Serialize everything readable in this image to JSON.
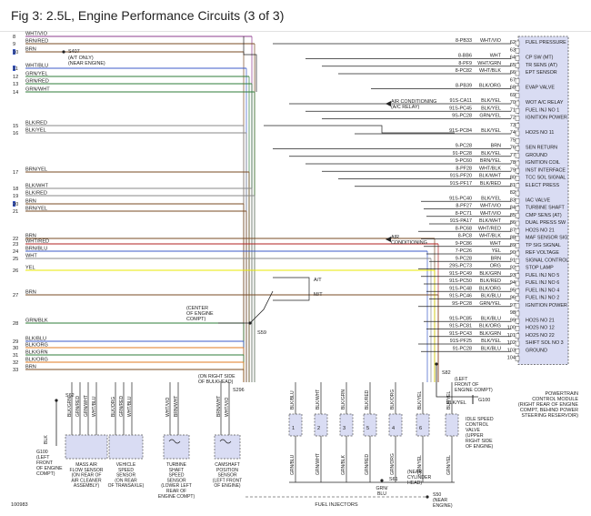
{
  "title": "Fig 3: 2.5L, Engine Performance Circuits (3 of 3)",
  "figure_id": "100983",
  "colors": {
    "background": "#ffffff",
    "wire": "#222222",
    "module": "#d9dcf3",
    "module_border": "#555555",
    "blue": "#3c5bc8",
    "green": "#2f7d3a",
    "yellow": "#e8e800",
    "purple": "#8e3c8e",
    "orange": "#e07b22",
    "red": "#b02222",
    "brown": "#7a4b23",
    "grey": "#888888"
  },
  "left_wires": [
    {
      "num": "8",
      "color": "WHT/VIO",
      "wire": "purple"
    },
    {
      "num": "9",
      "color": "BRN/RED",
      "wire": "brown"
    },
    {
      "num": "10",
      "color": "BRN",
      "wire": "brown"
    },
    {
      "num": "11",
      "color": "WHT/BLU",
      "wire": "blue"
    },
    {
      "num": "12",
      "color": "GRN/YEL",
      "wire": "green"
    },
    {
      "num": "13",
      "color": "GRN/RED",
      "wire": "green"
    },
    {
      "num": "14",
      "color": "GRN/WHT",
      "wire": "green"
    },
    {
      "num": "15",
      "color": "BLK/RED",
      "wire": "grey"
    },
    {
      "num": "16",
      "color": "BLK/YEL",
      "wire": "grey"
    },
    {
      "num": "17",
      "color": "BRN/YEL",
      "wire": "brown"
    },
    {
      "num": "18",
      "color": "BLK/WHT",
      "wire": "grey"
    },
    {
      "num": "19",
      "color": "BLK/RED",
      "wire": "grey"
    },
    {
      "num": "20",
      "color": "BRN",
      "wire": "brown"
    },
    {
      "num": "21",
      "color": "BRN/YEL",
      "wire": "brown"
    },
    {
      "num": "22",
      "color": "BRN",
      "wire": "brown"
    },
    {
      "num": "23",
      "color": "WHT/RED",
      "wire": "red"
    },
    {
      "num": "24",
      "color": "BRN/BLU",
      "wire": "blue"
    },
    {
      "num": "25",
      "color": "WHT",
      "wire": "grey"
    },
    {
      "num": "26",
      "color": "YEL",
      "wire": "yellow"
    },
    {
      "num": "27",
      "color": "BRN",
      "wire": "brown"
    },
    {
      "num": "28",
      "color": "GRN/BLK",
      "wire": "green"
    },
    {
      "num": "29",
      "color": "BLK/BLU",
      "wire": "blue"
    },
    {
      "num": "30",
      "color": "BLK/ORG",
      "wire": "orange"
    },
    {
      "num": "31",
      "color": "BLK/GRN",
      "wire": "green"
    },
    {
      "num": "32",
      "color": "BLK/ORG",
      "wire": "orange"
    },
    {
      "num": "33",
      "color": "BRN",
      "wire": "brown"
    }
  ],
  "pins": [
    {
      "pin": "62",
      "code": "8-PB33",
      "color": "WHT/VIO",
      "func": "FUEL PRESSURE"
    },
    {
      "pin": "63",
      "code": "",
      "color": "",
      "func": ""
    },
    {
      "pin": "64",
      "code": "8-BB6",
      "color": "WHT",
      "func": "CP SW (MT)"
    },
    {
      "pin": "65",
      "code": "8-PF9",
      "color": "WHT/GRN",
      "func": "TR SENS (AT)"
    },
    {
      "pin": "66",
      "code": "8-PC82",
      "color": "WHT/BLK",
      "func": "EPT SENSOR"
    },
    {
      "pin": "67",
      "code": "",
      "color": "",
      "func": ""
    },
    {
      "pin": "68",
      "code": "8-PB39",
      "color": "BLK/ORG",
      "func": "EVAP VALVE"
    },
    {
      "pin": "69",
      "code": "",
      "color": "",
      "func": ""
    },
    {
      "pin": "70",
      "code": "91S-CA11",
      "color": "BLK/YEL",
      "func": "WOT A/C RELAY"
    },
    {
      "pin": "71",
      "code": "91S-PC45",
      "color": "BLK/YEL",
      "func": "FUEL INJ NO 1"
    },
    {
      "pin": "72",
      "code": "9S-PC28",
      "color": "GRN/YEL",
      "func": "IGNITION POWER"
    },
    {
      "pin": "73",
      "code": "",
      "color": "",
      "func": ""
    },
    {
      "pin": "74",
      "code": "91S-PC84",
      "color": "BLK/YEL",
      "func": "HO2S NO 11"
    },
    {
      "pin": "75",
      "code": "",
      "color": "",
      "func": ""
    },
    {
      "pin": "76",
      "code": "9-PC28",
      "color": "BRN",
      "func": "SEN RETURN"
    },
    {
      "pin": "77",
      "code": "91-PC28",
      "color": "BLK/YEL",
      "func": "GROUND"
    },
    {
      "pin": "78",
      "code": "9-PC60",
      "color": "BRN/YEL",
      "func": "IGNITION COIL"
    },
    {
      "pin": "79",
      "code": "8-PF28",
      "color": "WHT/BLK",
      "func": "INST INTERFACE"
    },
    {
      "pin": "80",
      "code": "91S-PF20",
      "color": "BLK/WHT",
      "func": "TCC SOL SIGNAL"
    },
    {
      "pin": "81",
      "code": "91S-PF17",
      "color": "BLK/RED",
      "func": "ELECT PRESS"
    },
    {
      "pin": "82",
      "code": "",
      "color": "",
      "func": ""
    },
    {
      "pin": "83",
      "code": "91S-PC40",
      "color": "BLK/YEL",
      "func": "IAC VALVE"
    },
    {
      "pin": "84",
      "code": "8-PF27",
      "color": "WHT/VIO",
      "func": "TURBINE SHAFT"
    },
    {
      "pin": "85",
      "code": "8-PC71",
      "color": "WHT/VIO",
      "func": "CMP SENS (AT)"
    },
    {
      "pin": "86",
      "code": "91S-PA17",
      "color": "BLK/WHT",
      "func": "DUAL PRESS SW"
    },
    {
      "pin": "87",
      "code": "8-PC68",
      "color": "WHT/RED",
      "func": "HO2S NO 21"
    },
    {
      "pin": "88",
      "code": "8-PC8",
      "color": "WHT/BLK",
      "func": "MAF SENSOR SIG"
    },
    {
      "pin": "89",
      "code": "9-PC86",
      "color": "WHT",
      "func": "TP SIG SIGNAL"
    },
    {
      "pin": "90",
      "code": "7-PC26",
      "color": "YEL",
      "func": "REF VOLTAGE"
    },
    {
      "pin": "91",
      "code": "9-PC28",
      "color": "BRN",
      "func": "SIGNAL CONTROL"
    },
    {
      "pin": "92",
      "code": "29S-PC73",
      "color": "ORG",
      "func": "STOP LAMP"
    },
    {
      "pin": "93",
      "code": "91S-PC49",
      "color": "BLK/GRN",
      "func": "FUEL INJ NO 5"
    },
    {
      "pin": "94",
      "code": "91S-PC50",
      "color": "BLK/RED",
      "func": "FUEL INJ NO 6"
    },
    {
      "pin": "95",
      "code": "91S-PC48",
      "color": "BLK/ORG",
      "func": "FUEL INJ NO 4"
    },
    {
      "pin": "96",
      "code": "91S-PC46",
      "color": "BLK/BLU",
      "func": "FUEL INJ NO 2"
    },
    {
      "pin": "97",
      "code": "9S-PC28",
      "color": "GRN/YEL",
      "func": "IGNITION POWER"
    },
    {
      "pin": "98",
      "code": "",
      "color": "",
      "func": ""
    },
    {
      "pin": "99",
      "code": "91S-PC85",
      "color": "BLK/BLU",
      "func": "HO2S NO 21"
    },
    {
      "pin": "100",
      "code": "91S-PC81",
      "color": "BLK/ORG",
      "func": "HO2S NO 12"
    },
    {
      "pin": "101",
      "code": "91S-PC43",
      "color": "BLK/GRN",
      "func": "HO2S NO 22"
    },
    {
      "pin": "102",
      "code": "91S-PF25",
      "color": "BLK/YEL",
      "func": "SHIFT SOL NO 3"
    },
    {
      "pin": "103",
      "code": "91-PC28",
      "color": "BLK/BLU",
      "func": "GROUND"
    },
    {
      "pin": "104",
      "code": "",
      "color": "",
      "func": ""
    }
  ],
  "labels": {
    "s407": "S407",
    "s407_note": "(A/T ONLY)\n(NEAR ENGINE)",
    "ac_relay": "AIR CONDITIONING\n(A/C RELAY)",
    "ac": "AIR\nCONDITIONING",
    "at": "A/T",
    "mt": "M/T",
    "center_note": "(CENTER\nOF ENGINE\nCOMPT)",
    "s59": "S59",
    "s82": "S82",
    "s82_note": "(LEFT\nFRONT OF\nENGINE COMPT)",
    "g100_right": "G100",
    "blkyel": "BLK/YEL",
    "pcm": "POWERTRAIN\nCONTROL MODULE\n(RIGHT REAR OF ENGINE\nCOMPT, BEHIND POWER\nSTEERING RESERVOIR)",
    "bulkhead": "(ON RIGHT SIDE\nOF BULKHEAD)",
    "s296": "S296",
    "s62": "S62",
    "blk_g100": "BLK",
    "g100_left": "G100\n(LEFT\nFRONT\nOF ENGINE\nCOMPT)",
    "s61": "S61",
    "s61_note": "(NEAR\nCYLINDER\nHEAD)",
    "s50": "S50\n(NEAR\nENGINE)",
    "fuel_injectors": "FUEL INJECTORS",
    "grn_blu": "GRN/\nBLU"
  },
  "sensors": [
    {
      "name": "MASS AIR\nFLOW SENSOR\n(ON REAR OF\nAIR CLEANER\nASSEMBLY)",
      "wires": [
        "BLK/GRN",
        "GRN/RED",
        "GRN/WHT",
        "WHT/BLU"
      ]
    },
    {
      "name": "VEHICLE\nSPEED\nSENSOR\n(ON REAR\nOF TRANSAXLE)",
      "wires": [
        "BLK/ORG",
        "GRN/RED",
        "WHT/BLU"
      ]
    },
    {
      "name": "TURBINE\nSHAFT\nSPEED\nSENSOR\n(LOWER LEFT\nREAR OF\nENGINE COMPT)",
      "wires": [
        "WHT/VIO",
        "BRN/WHT"
      ]
    },
    {
      "name": "CAMSHAFT\nPOSITION\nSENSOR\n(LEFT FRONT\nOF ENGINE)",
      "wires": [
        "BRN/WHT",
        "WHT/VIO"
      ]
    }
  ],
  "injectors": [
    {
      "num": "1",
      "top": "BLK/BLU",
      "bottom": "GRN/BLU"
    },
    {
      "num": "2",
      "top": "BLK/WHT",
      "bottom": "GRN/WHT"
    },
    {
      "num": "3",
      "top": "BLK/GRN",
      "bottom": "GRN/BLK"
    },
    {
      "num": "5",
      "top": "BLK/RED",
      "bottom": "GRN/RED"
    },
    {
      "num": "4",
      "top": "BLK/ORG",
      "bottom": "GRN/ORG"
    },
    {
      "num": "6",
      "top": "BLK/YEL",
      "bottom": "GRN/YEL"
    }
  ],
  "idle_valve": {
    "name": "IDLE SPEED\nCONTROL\nVALVE\n(UPPER\nRIGHT SIDE\nOF ENGINE)",
    "top": "BLK/YEL",
    "bottom": "GRN/YEL"
  }
}
